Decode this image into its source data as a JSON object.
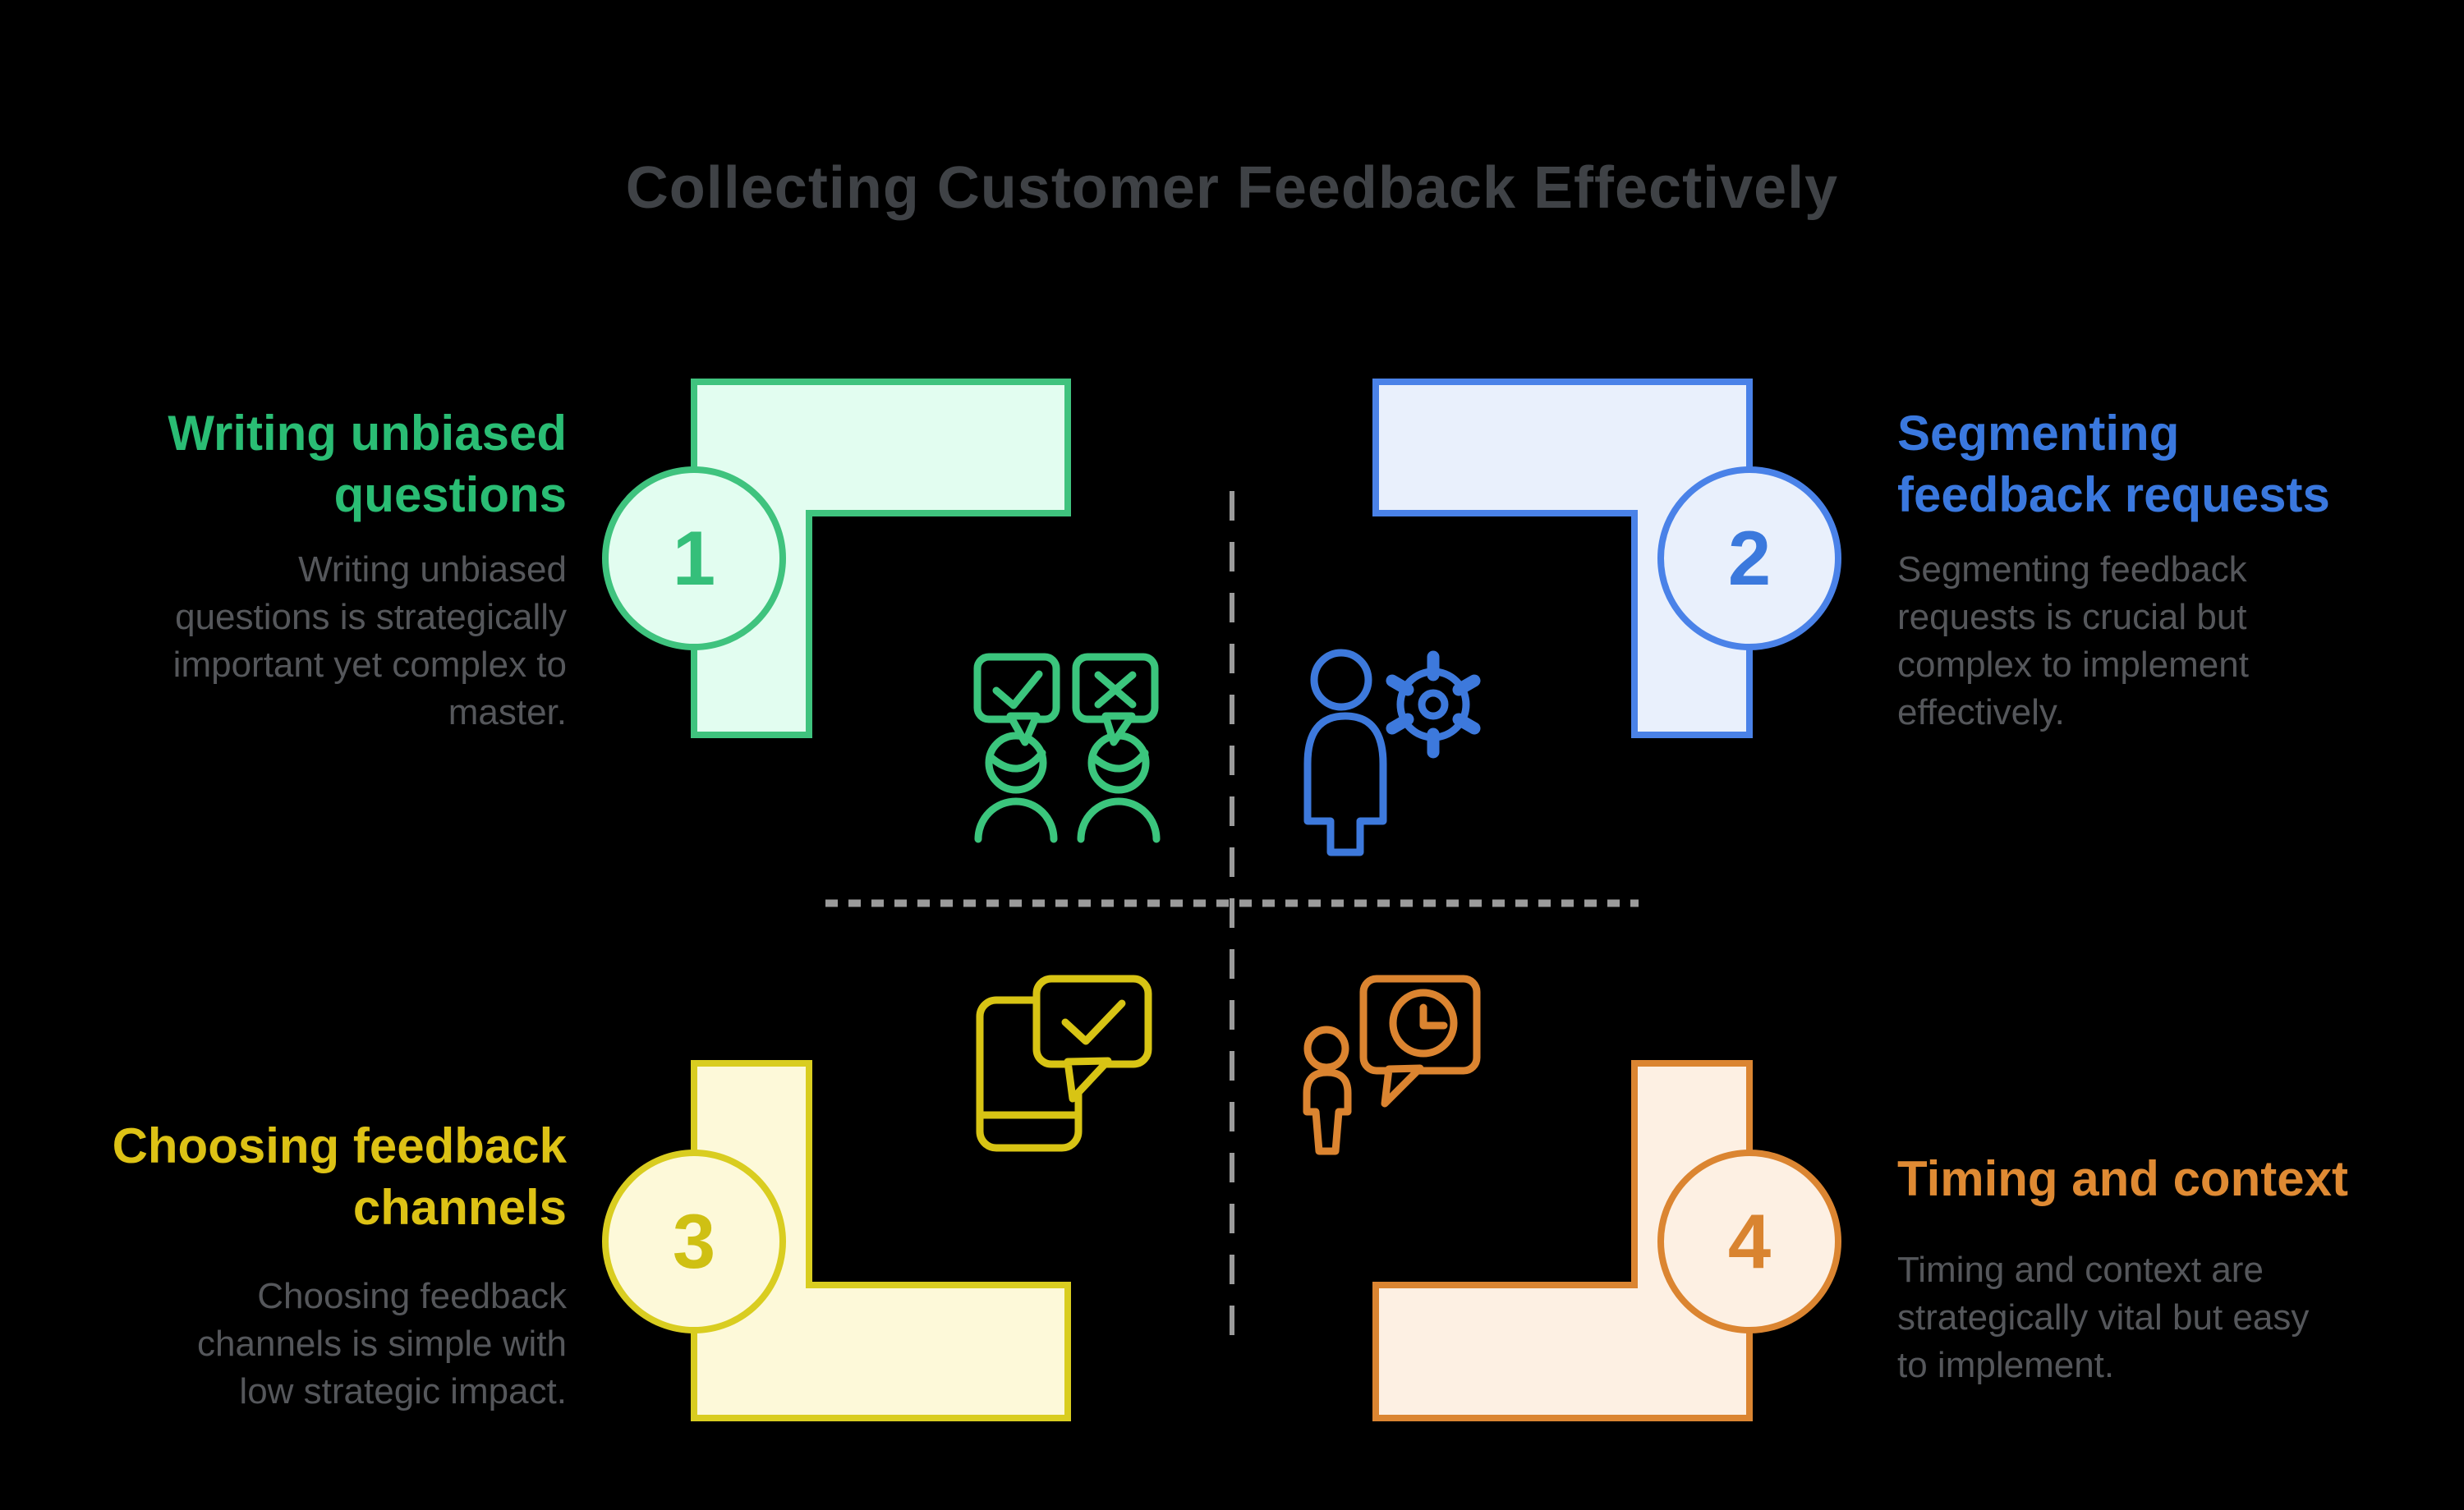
{
  "title": "Collecting Customer Feedback Effectively",
  "background": "#000000",
  "title_color": "#3f4246",
  "body_text_color": "#55575b",
  "divider": {
    "style": "dashed",
    "color": "#9b9b9b"
  },
  "steps": [
    {
      "number": "1",
      "position": "top-left",
      "heading": "Writing unbiased\nquestions",
      "body": "Writing unbiased\nquestions is strategically\nimportant yet complex to\nmaster.",
      "accent": "#2abd74",
      "shape_fill": "#e2fdf0",
      "shape_border": "#3fc37e",
      "icon": "approve-reject-people-icon"
    },
    {
      "number": "2",
      "position": "top-right",
      "heading": "Segmenting\nfeedback requests",
      "body": "Segmenting feedback\nrequests is crucial but\ncomplex to implement\neffectively.",
      "accent": "#3a78de",
      "shape_fill": "#e9f0fc",
      "shape_border": "#4a82e8",
      "icon": "user-gear-icon"
    },
    {
      "number": "3",
      "position": "bottom-left",
      "heading": "Choosing feedback\nchannels",
      "body": "Choosing feedback\nchannels is simple with\nlow strategic impact.",
      "accent": "#ddc215",
      "shape_fill": "#fdf9d9",
      "shape_border": "#d9cd20",
      "icon": "phone-feedback-check-icon"
    },
    {
      "number": "4",
      "position": "bottom-right",
      "heading": "Timing and context",
      "body": "Timing and context are\nstrategically vital but easy\nto implement.",
      "accent": "#df8a33",
      "shape_fill": "#fdf0e3",
      "shape_border": "#db8531",
      "icon": "user-message-clock-icon"
    }
  ]
}
